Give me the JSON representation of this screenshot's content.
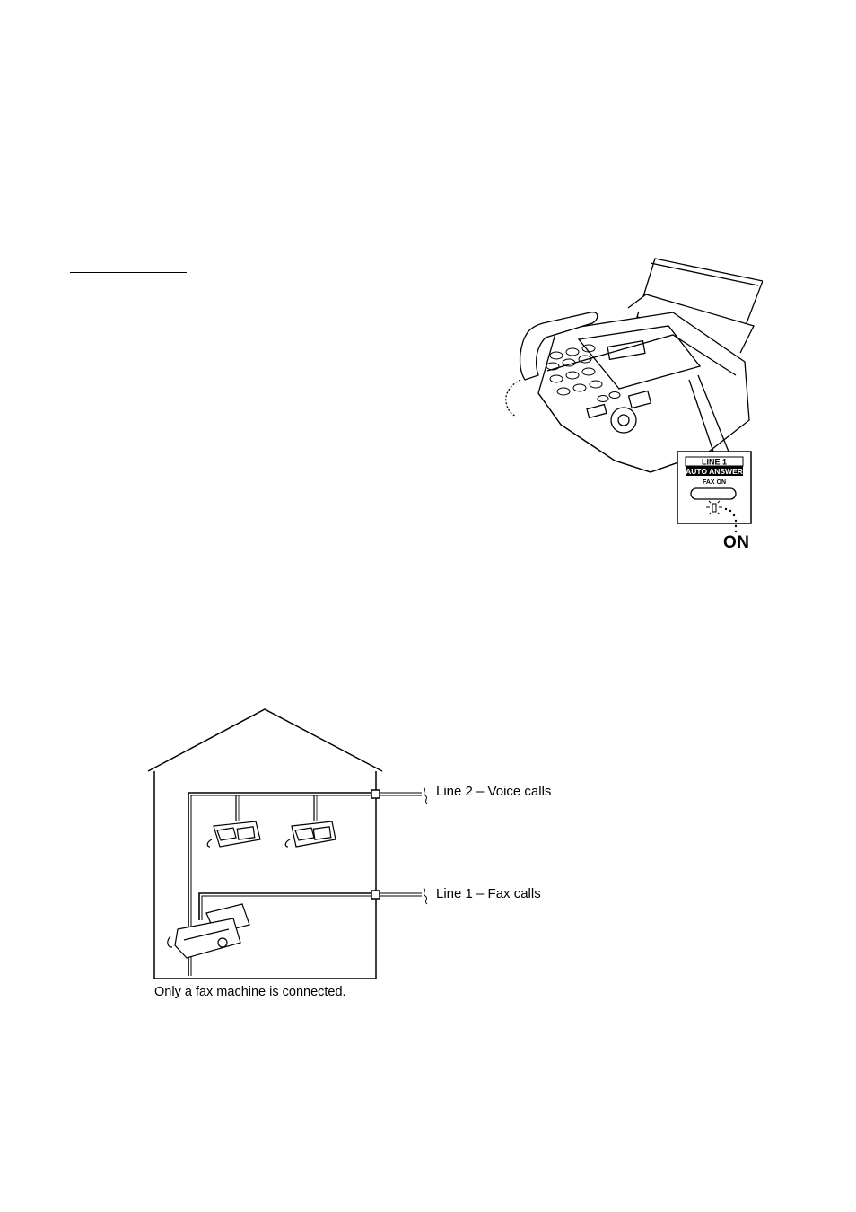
{
  "fax_illustration": {
    "panel": {
      "line_label": "LINE 1",
      "mode_label": "AUTO ANSWER",
      "sub_label": "FAX ON"
    },
    "state_label": "ON"
  },
  "connection_diagram": {
    "line2_label": "Line 2 – Voice calls",
    "line1_label": "Line 1 – Fax calls",
    "caption": "Only a fax machine is connected."
  }
}
